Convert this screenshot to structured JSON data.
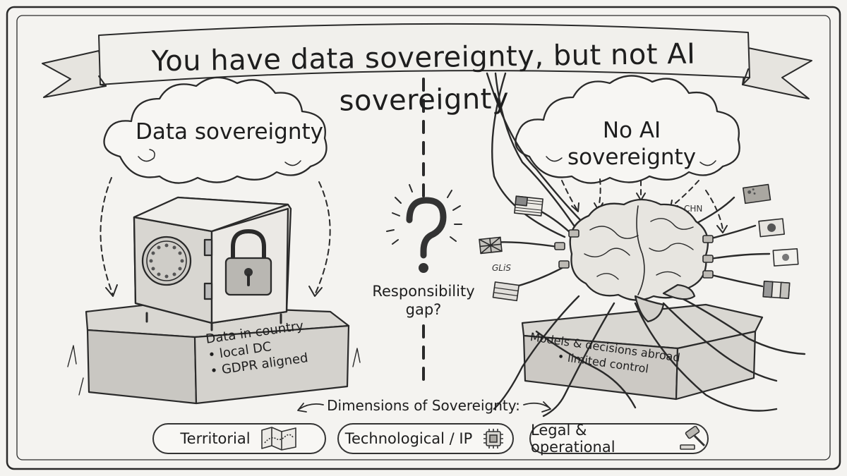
{
  "banner": {
    "title": "You have data sovereignty, but not AI sovereignty"
  },
  "left_panel": {
    "cloud_label": "Data sovereignty",
    "safe_icon": "eu-safe-with-padlock",
    "plinth_lines": [
      "Data in country",
      "• local DC",
      "• GDPR aligned"
    ]
  },
  "center": {
    "gap_label": "Responsibility gap?",
    "icon": "question-mark"
  },
  "right_panel": {
    "cloud_label": "No AI sovereignty",
    "brain_icon": "brain-with-cables",
    "flag_labels": {
      "chn": "CHN",
      "glis": "GLiS"
    },
    "plinth_lines": [
      "Models & decisions abroad",
      "• limited control"
    ]
  },
  "dimensions": {
    "heading": "Dimensions of Sovereignty:",
    "items": [
      {
        "label": "Territorial",
        "icon": "map-icon"
      },
      {
        "label": "Technological / IP",
        "icon": "chip-icon"
      },
      {
        "label": "Legal & operational",
        "icon": "gavel-icon"
      }
    ]
  }
}
